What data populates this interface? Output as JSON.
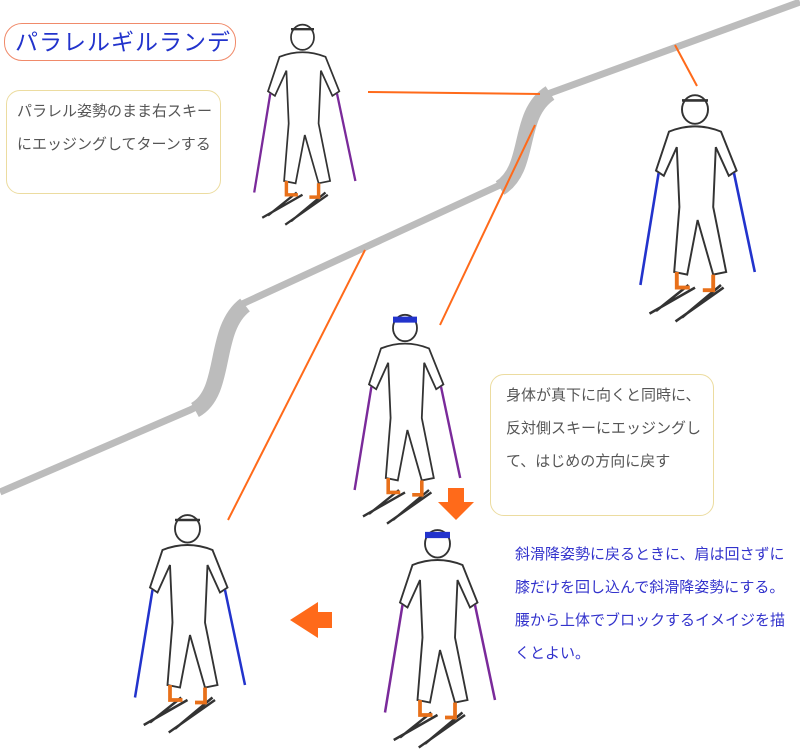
{
  "title": "パラレルギルランデ",
  "notes": {
    "step1": "パラレル姿勢のまま右スキーにエッジングしてターンする",
    "step2": "身体が真下に向くと同時に、反対側スキーにエッジングして、はじめの方向に戻す",
    "tip": "斜滑降姿勢に戻るときに、肩は回さずに膝だけを回し込んで斜滑降姿勢にする。腰から上体でブロックするイメイジを描くとよい。"
  },
  "colors": {
    "title": "#2233cc",
    "accent": "#ff6a1a",
    "slope": "#bcbcbc",
    "tip": "#3333cc",
    "pole_blue": "#2233cc",
    "pole_purple": "#7a2a9a"
  }
}
